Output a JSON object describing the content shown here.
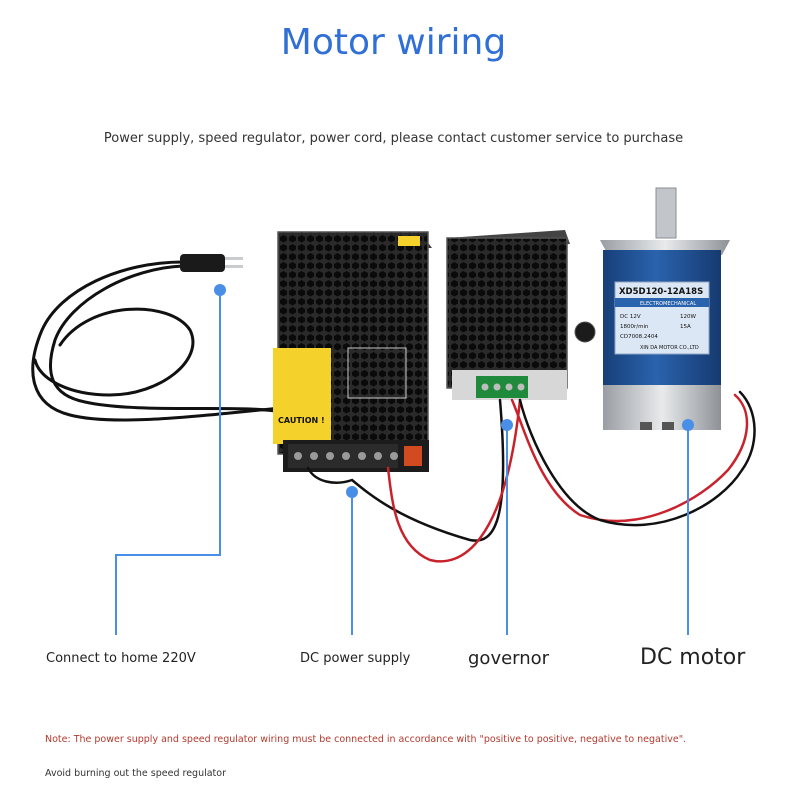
{
  "title": "Motor wiring",
  "subtitle": "Power supply, speed regulator, power cord, please contact customer service to purchase",
  "labels": {
    "home": "Connect to home 220V",
    "psu": "DC power supply",
    "governor": "governor",
    "motor": "DC motor"
  },
  "psu_caution": "CAUTION !",
  "motor_plate": {
    "model": "XD5D120-12A18S",
    "brand": "ELECTROMECHANICAL",
    "voltage": "DC 12V",
    "power": "120W",
    "speed": "1800r/min",
    "current": "15A",
    "code": "CD7008.2404",
    "maker": "XIN DA MOTOR CO.,LTD"
  },
  "note": "Note: The power supply and speed regulator wiring must be connected in accordance with \"positive to positive, negative to negative\".",
  "warning": "Avoid burning out the speed regulator",
  "colors": {
    "title": "#2f6fd6",
    "leader": "#4a8fe7",
    "note": "#b23a2e",
    "motor_body": "#1f4f8f",
    "wire_red": "#c8232c",
    "wire_black": "#111111"
  }
}
